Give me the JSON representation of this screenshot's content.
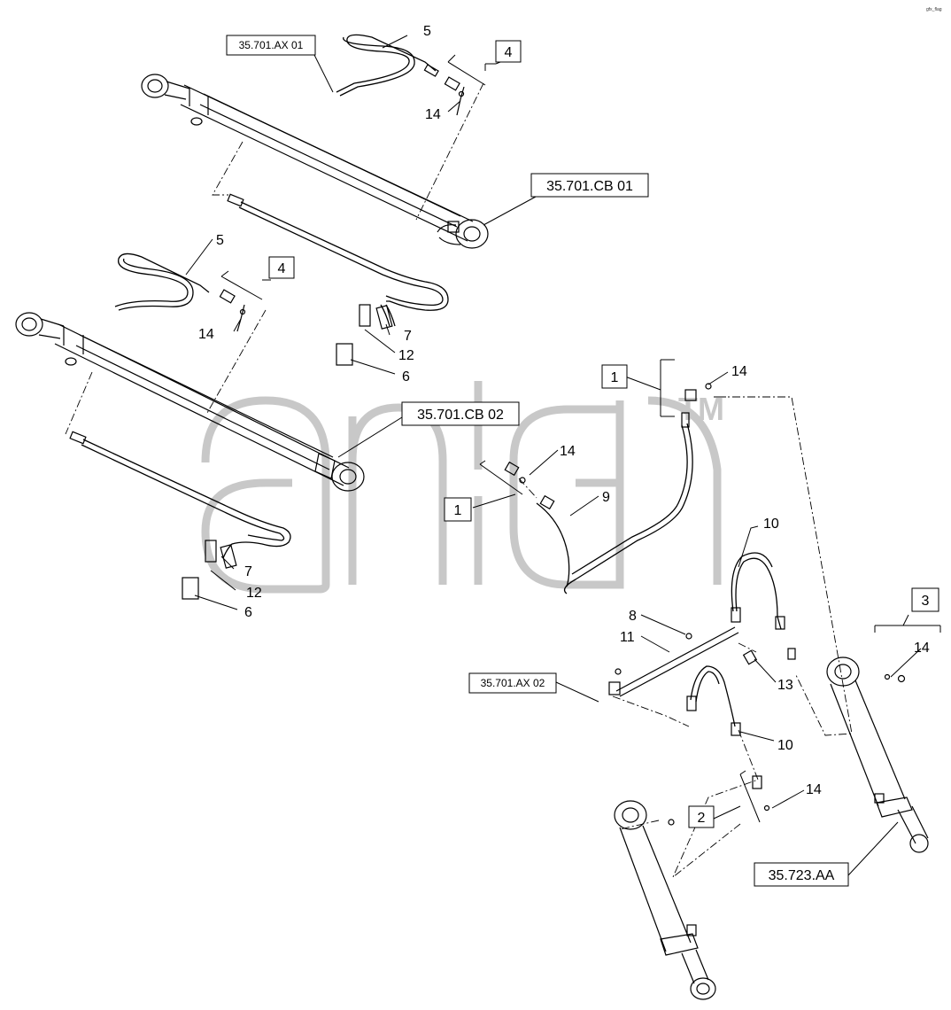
{
  "watermark": {
    "tm": "TM"
  },
  "corner_mark": "gfx_flag",
  "refs": {
    "ax01": "35.701.AX 01",
    "cb01": "35.701.CB 01",
    "cb02": "35.701.CB 02",
    "ax02": "35.701.AX 02",
    "aa": "35.723.AA"
  },
  "boxed_items": {
    "top_4": "4",
    "mid_4": "4",
    "right_1": "1",
    "center_1": "1",
    "bottom_3": "3",
    "bottom_2": "2"
  },
  "callouts": {
    "top_5": "5",
    "top_14": "14",
    "mid_5": "5",
    "mid_14": "14",
    "upper_7": "7",
    "upper_12": "12",
    "upper_6": "6",
    "right_14": "14",
    "center_14": "14",
    "center_9": "9",
    "lower_7": "7",
    "lower_12": "12",
    "lower_6": "6",
    "top_10": "10",
    "left_8": "8",
    "left_11": "11",
    "right_13": "13",
    "bottom_10": "10",
    "low_14": "14",
    "far_14": "14"
  }
}
